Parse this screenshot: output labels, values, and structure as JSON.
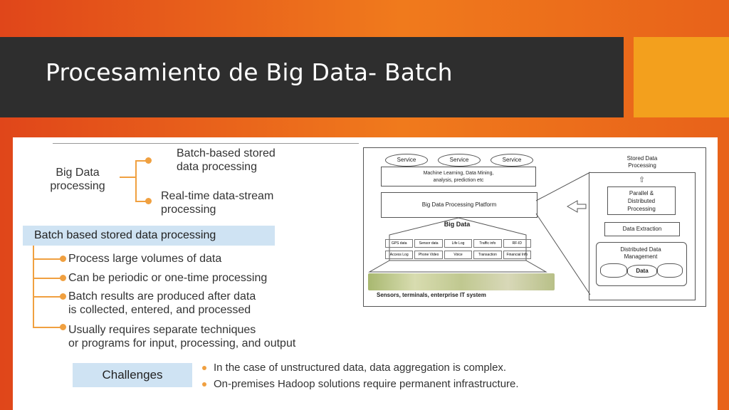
{
  "slide": {
    "title": "Procesamiento de Big Data- Batch"
  },
  "tree": {
    "root": "Big Data\nprocessing",
    "branch1": "Batch-based stored\ndata processing",
    "branch2": "Real-time data-stream\nprocessing"
  },
  "batch": {
    "header": "Batch based stored data processing",
    "bullets": [
      "Process large volumes of data",
      "Can be periodic or one-time processing",
      "Batch results are produced after data\nis collected, entered, and processed",
      "Usually requires separate techniques\nor programs for input, processing, and output"
    ]
  },
  "challenges": {
    "label": "Challenges",
    "items": [
      "In the case of unstructured data, data aggregation is complex.",
      "On-premises Hadoop solutions require permanent infrastructure."
    ]
  },
  "diagram": {
    "services": [
      "Service",
      "Service",
      "Service"
    ],
    "ml_text": "Machine Learning, Data Mining,\nanalysis, prediction etc",
    "platform": "Big Data Processing Platform",
    "bigdata": "Big Data",
    "sources_row1": [
      "GPS data",
      "Sensor data",
      "Life Log",
      "Traffic info",
      "RF-ID"
    ],
    "sources_row2": [
      "Access Log",
      "Phone Video",
      "Voice",
      "Transaction",
      "Financial Info"
    ],
    "sensors_caption": "Sensors, terminals, enterprise IT system",
    "stored_title": "Stored Data\nProcessing",
    "parallel": "Parallel &\nDistributed\nProcessing",
    "extraction": "Data Extraction",
    "distributed": "Distributed Data\nManagement",
    "data": "Data"
  }
}
